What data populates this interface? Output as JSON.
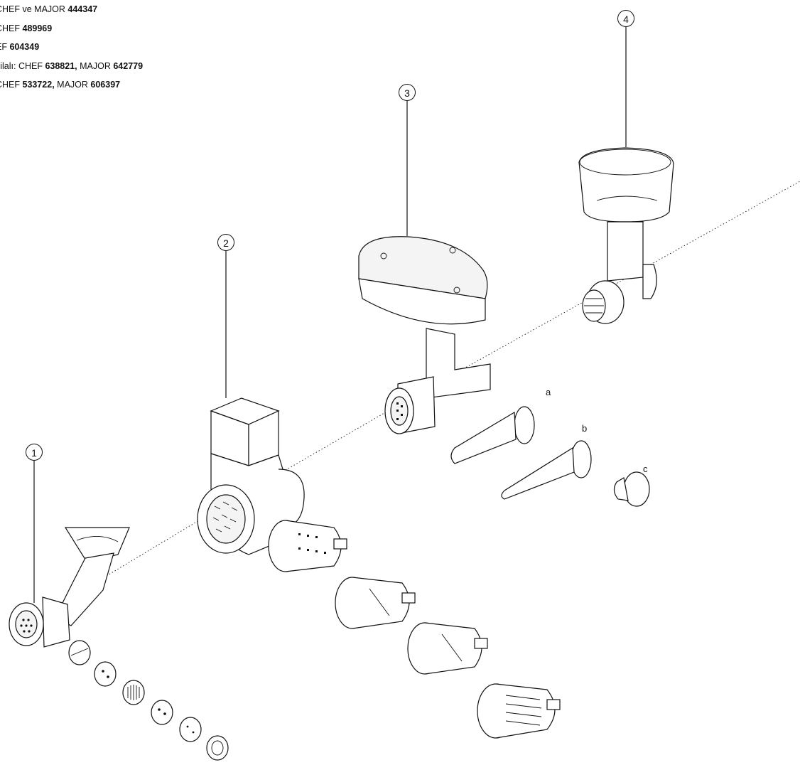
{
  "legend": {
    "lines": [
      [
        {
          "text": "CHEF ve MAJOR ",
          "bold": false
        },
        {
          "text": "444347",
          "bold": true
        }
      ],
      [
        {
          "text": "CHEF ",
          "bold": false
        },
        {
          "text": "489969",
          "bold": true
        }
      ],
      [
        {
          "text": "EF ",
          "bold": false
        },
        {
          "text": "604349",
          "bold": true
        }
      ],
      [
        {
          "text": "silalı: CHEF ",
          "bold": false
        },
        {
          "text": "638821,",
          "bold": true
        },
        {
          "text": " MAJOR ",
          "bold": false
        },
        {
          "text": "642779",
          "bold": true
        }
      ],
      [
        {
          "text": "CHEF ",
          "bold": false
        },
        {
          "text": "533722,",
          "bold": true
        },
        {
          "text": " MAJOR ",
          "bold": false
        },
        {
          "text": "606397",
          "bold": true
        }
      ]
    ]
  },
  "callouts": {
    "one": "1",
    "two": "2",
    "three": "3",
    "four": "4"
  },
  "letters": {
    "a": "a",
    "b": "b",
    "c": "c"
  }
}
